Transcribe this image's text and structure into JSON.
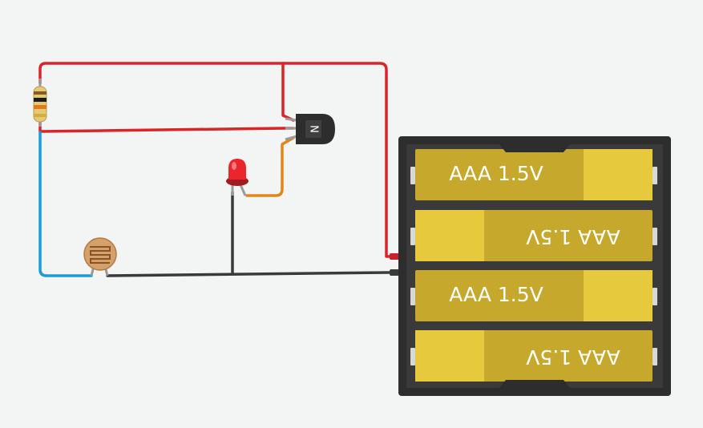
{
  "colors": {
    "background": "#f3f4f4",
    "wire_power": "#d9252a",
    "wire_sensor": "#1b9bd8",
    "wire_ground": "#3a3a3a",
    "wire_led": "#e0861a",
    "battery_case": "#2d2d2d",
    "battery_body": "#c6a82c",
    "battery_cap": "#e6c93c",
    "led_red": "#e8262b"
  },
  "transistor": {
    "type_label": "N",
    "icon": "npn-transistor-icon"
  },
  "battery_pack": {
    "cells": [
      {
        "label": "AAA 1.5V",
        "orientation": "normal"
      },
      {
        "label": "AAA 1.5V",
        "orientation": "flipped"
      },
      {
        "label": "AAA 1.5V",
        "orientation": "normal"
      },
      {
        "label": "AAA 1.5V",
        "orientation": "flipped"
      }
    ]
  },
  "components": [
    "resistor-icon",
    "photoresistor-icon",
    "led-icon",
    "npn-transistor-icon",
    "battery-pack-icon"
  ]
}
